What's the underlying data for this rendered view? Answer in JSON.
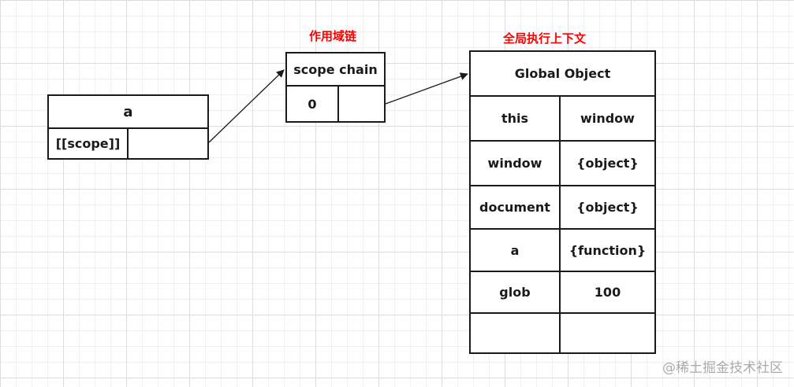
{
  "labels": {
    "scope_chain_title": "作用域链",
    "global_context_title": "全局执行上下文"
  },
  "object_a": {
    "name": "a",
    "scope_label": "[[scope]]",
    "scope_value": ""
  },
  "scope_chain": {
    "header": "scope chain",
    "index": "0",
    "pointer": ""
  },
  "global_object": {
    "header": "Global Object",
    "rows": [
      {
        "key": "this",
        "value": "window"
      },
      {
        "key": "window",
        "value": "{object}"
      },
      {
        "key": "document",
        "value": "{object}"
      },
      {
        "key": "a",
        "value": "{function}"
      },
      {
        "key": "glob",
        "value": "100"
      },
      {
        "key": "",
        "value": ""
      }
    ]
  },
  "watermark": "@稀土掘金技术社区",
  "colors": {
    "label_red": "#ff0000",
    "border": "#1a1a1a",
    "grid": "#dcdcdc"
  }
}
